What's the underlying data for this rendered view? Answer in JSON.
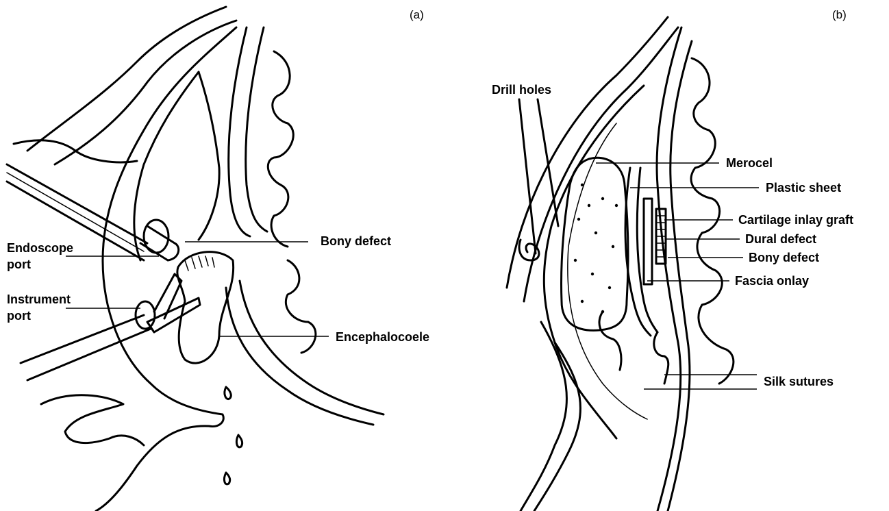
{
  "panels": [
    {
      "tag": "(a)",
      "labels": {
        "endoscope_port_l1": "Endoscope",
        "endoscope_port_l2": "port",
        "instrument_port_l1": "Instrument",
        "instrument_port_l2": "port",
        "bony_defect": "Bony defect",
        "encephalocoele": "Encephalocoele"
      }
    },
    {
      "tag": "(b)",
      "labels": {
        "drill_holes": "Drill holes",
        "merocel": "Merocel",
        "plastic_sheet": "Plastic sheet",
        "cartilage_inlay_graft": "Cartilage inlay graft",
        "dural_defect": "Dural defect",
        "bony_defect": "Bony defect",
        "fascia_onlay": "Fascia onlay",
        "silk_sutures": "Silk sutures"
      }
    }
  ],
  "colors": {
    "ink": "#000000",
    "background": "#ffffff"
  }
}
